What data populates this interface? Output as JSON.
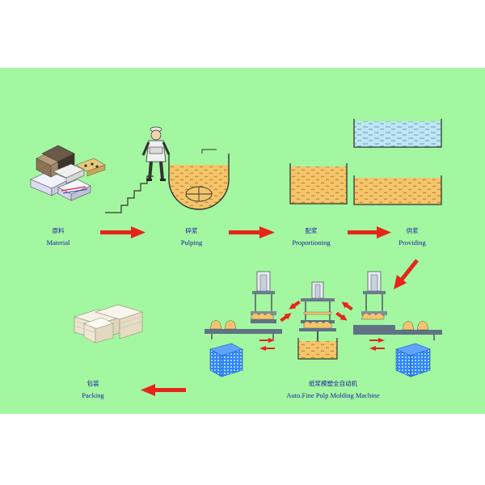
{
  "colors": {
    "background": "#a3f7a0",
    "pulp": "#f5c56b",
    "water": "#bfe6f2",
    "arrow": "#e8241a",
    "basket": "#2f86ff",
    "steel": "#7d8fa0",
    "label": "#1a1aa8"
  },
  "steps": {
    "material": {
      "zh": "原料",
      "en": "Material"
    },
    "pulping": {
      "zh": "碎浆",
      "en": "Pulping"
    },
    "proportioning": {
      "zh": "配浆",
      "en": "Proportioning"
    },
    "providing": {
      "zh": "供浆",
      "en": "Providing"
    },
    "machine": {
      "zh": "纸浆模塑全自动机",
      "en": "Auto.Fine Pulp Molding Machine"
    },
    "packing": {
      "zh": "包装",
      "en": "Packing"
    }
  },
  "icons": [
    "paper-bales-icon",
    "worker-icon",
    "pulper-tank-icon",
    "mixing-tank-icon",
    "water-tank-icon",
    "molding-press-icon",
    "blue-basket-icon",
    "stacked-trays-icon"
  ]
}
